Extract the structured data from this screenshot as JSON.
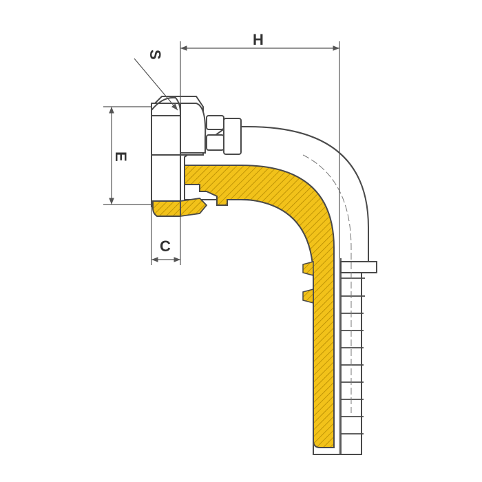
{
  "diagram": {
    "dimensions": {
      "H": "H",
      "S": "S",
      "E": "E",
      "C": "C"
    }
  },
  "colors": {
    "outline": "#4a4a4a",
    "hatch_fill": "#f2c21a",
    "hatch_line": "#b48a00",
    "body_fill": "#ffffff",
    "dimension_line": "#555555"
  }
}
